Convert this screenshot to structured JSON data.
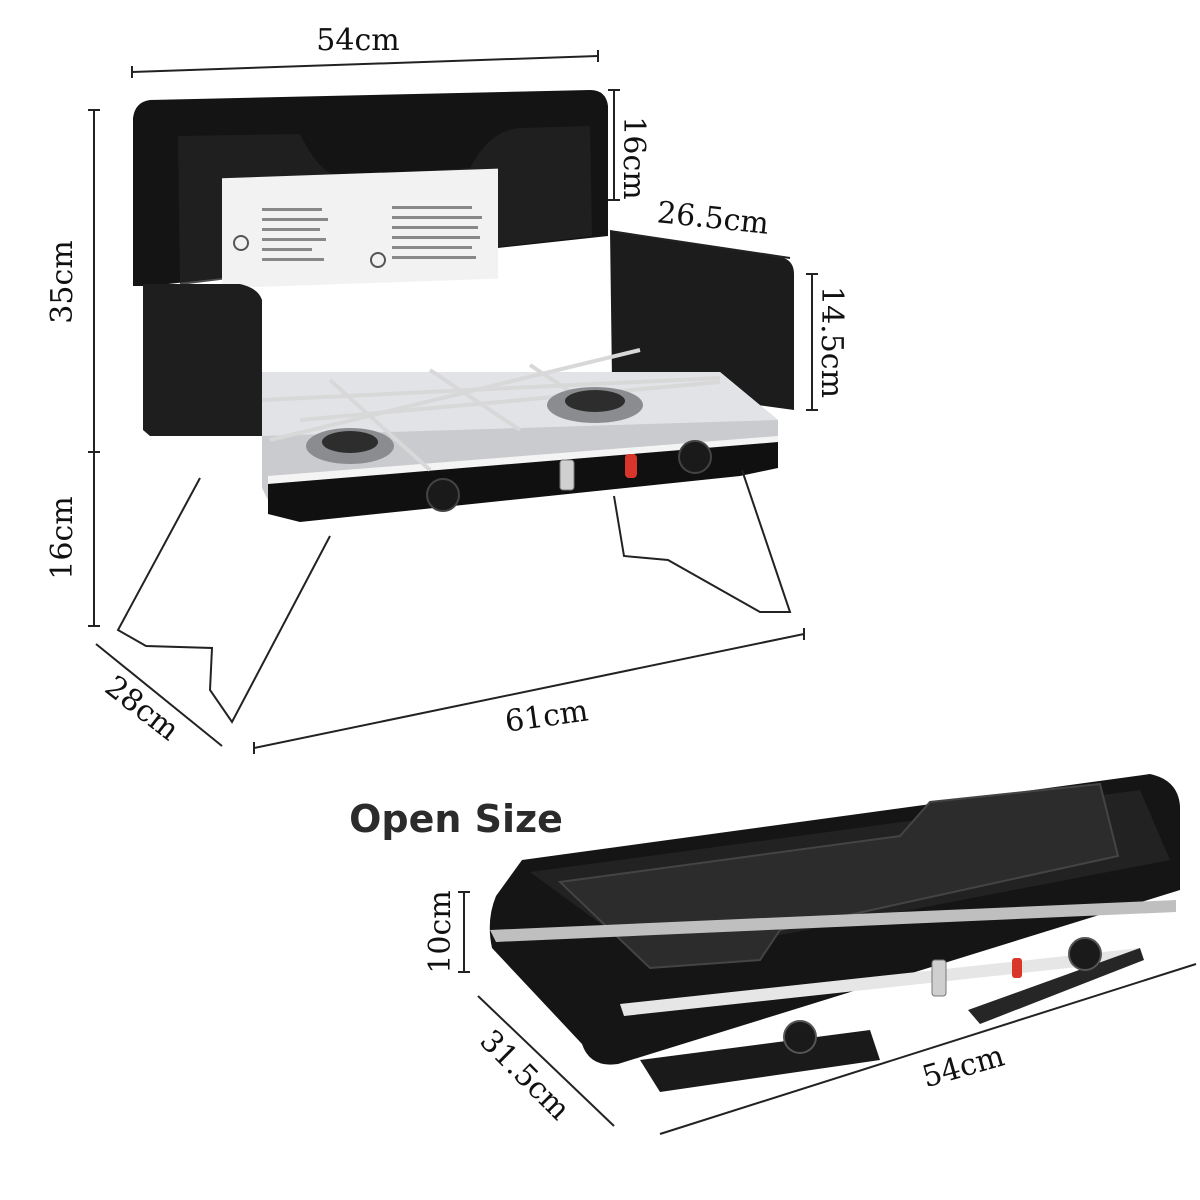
{
  "open_stove": {
    "dimensions": {
      "lid_width": "54cm",
      "lid_height": "16cm",
      "total_height": "35cm",
      "windscreen_depth": "26.5cm",
      "windscreen_height": "14.5cm",
      "leg_height": "16cm",
      "depth": "28cm",
      "total_width": "61cm"
    }
  },
  "closed_stove": {
    "heading": "Open Size",
    "dimensions": {
      "height": "10cm",
      "depth": "31.5cm",
      "width": "54cm"
    }
  },
  "colors": {
    "body": "#1a1a1a",
    "steel": "#c9cbce",
    "accent_knob": "#d9352b"
  }
}
